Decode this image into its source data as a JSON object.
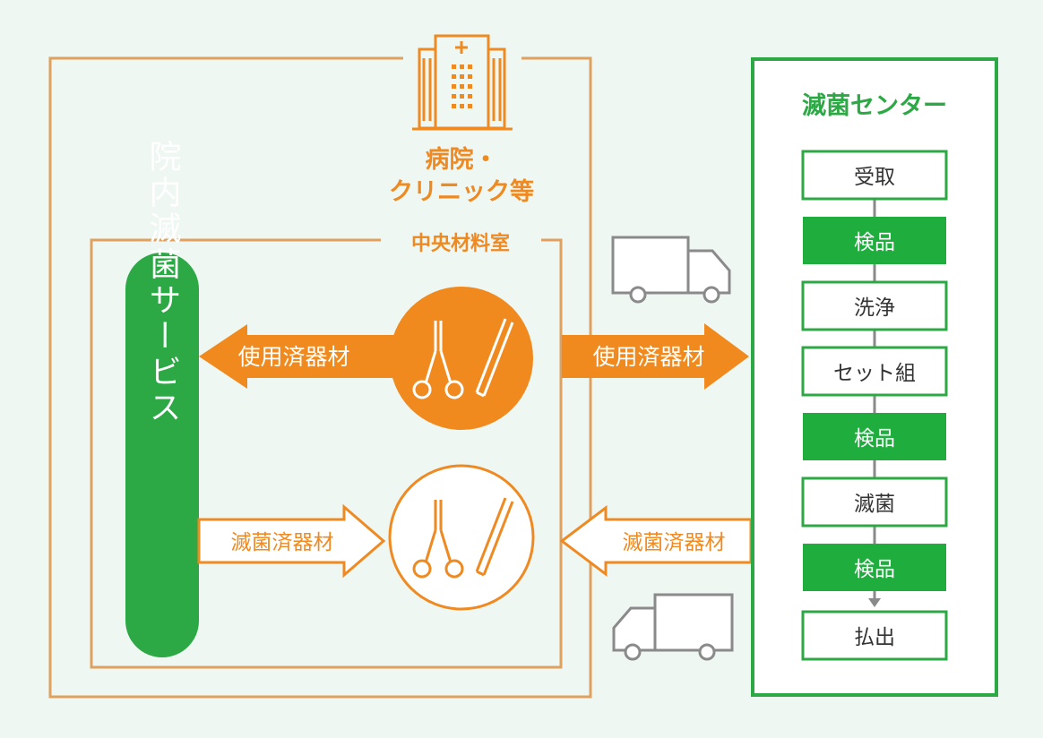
{
  "hospital": {
    "label_line1": "病院・",
    "label_line2": "クリニック等"
  },
  "central_room": {
    "label": "中央材料室"
  },
  "in_house_service": {
    "label": "院内滅菌サービス"
  },
  "flows": {
    "used_left": "使用済器材",
    "used_right": "使用済器材",
    "sterilized_left": "滅菌済器材",
    "sterilized_right": "滅菌済器材"
  },
  "sterilization_center": {
    "title": "滅菌センター",
    "steps": [
      {
        "label": "受取",
        "highlight": false
      },
      {
        "label": "検品",
        "highlight": true
      },
      {
        "label": "洗浄",
        "highlight": false
      },
      {
        "label": "セット組",
        "highlight": false
      },
      {
        "label": "検品",
        "highlight": true
      },
      {
        "label": "滅菌",
        "highlight": false
      },
      {
        "label": "検品",
        "highlight": true
      },
      {
        "label": "払出",
        "highlight": false
      }
    ]
  },
  "colors": {
    "orange": "#ef8a22",
    "orange_fill": "#f08a1f",
    "orange_line": "#e0a060",
    "green": "#2ca845",
    "green_box": "#1fae3e",
    "gray": "#8a8a8a",
    "background": "#eef7f1"
  },
  "icons": [
    "hospital-building-icon",
    "scissors-forceps-icon",
    "tweezers-icon",
    "truck-icon"
  ]
}
